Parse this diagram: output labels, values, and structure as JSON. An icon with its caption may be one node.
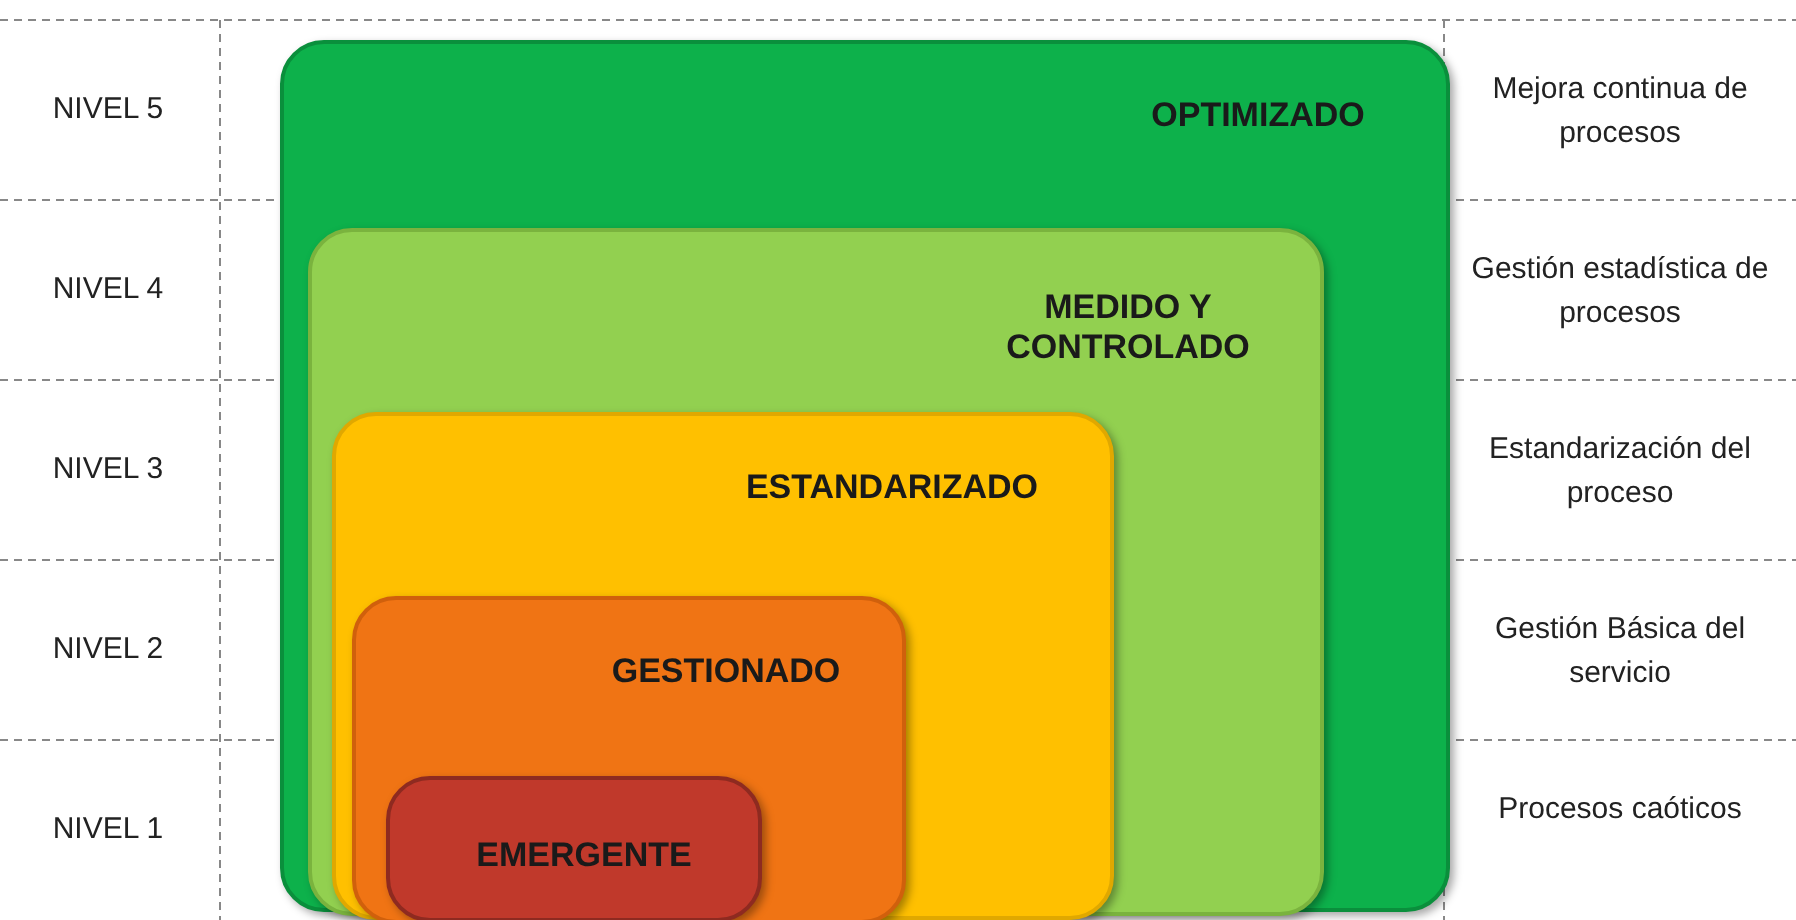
{
  "diagram": {
    "nodes": [
      {
        "text": [
          "OPTIMIZADO"
        ]
      },
      {
        "text": [
          "MEDIDO Y CONTROLADO"
        ],
        "in": 0
      },
      {
        "text": [
          "ESTANDARIZADO"
        ],
        "in": 1
      },
      {
        "text": [
          "GESTIONADO"
        ],
        "in": 2
      },
      {
        "text": [
          "EMERGENTE"
        ],
        "in": 3
      }
    ],
    "labels": [
      "NIVEL 5",
      "Mejora continua de procesos",
      "NIVEL 4",
      "Gestión estadística de procesos",
      "NIVEL 3",
      "Estandarización del proceso",
      "NIVEL 2",
      "Gestión Básica del servicio",
      "NIVEL 1",
      "Procesos caóticos"
    ]
  }
}
